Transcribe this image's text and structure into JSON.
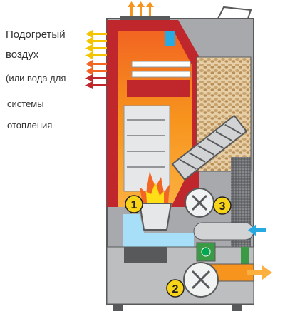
{
  "caption": {
    "line1": "Подогретый",
    "line2": "воздух",
    "line3": "(или вода для",
    "line4": "системы",
    "line5": "отопления"
  },
  "markers": [
    "1",
    "2",
    "3"
  ],
  "colors": {
    "casing_red": "#c0272d",
    "casing_gray": "#8c8c8c",
    "flame_orange": "#f7941d",
    "arrow_yellow": "#f5c400",
    "air_blue": "#27aae1",
    "pellet_tan": "#d9b88a",
    "marker_yellow": "#f7d417",
    "fan_green": "#3a9a45"
  }
}
